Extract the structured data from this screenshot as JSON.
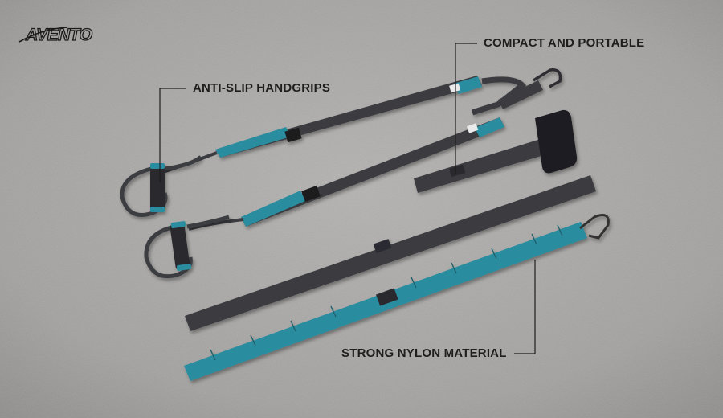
{
  "brand": {
    "logo_text": "AVENTO"
  },
  "callouts": {
    "handgrips": "ANTI-SLIP HANDGRIPS",
    "compact": "COMPACT AND PORTABLE",
    "nylon": "STRONG NYLON MATERIAL"
  },
  "colors": {
    "background": "#a9a8a6",
    "strap_dark": "#3a3b40",
    "strap_teal": "#2a8ea0",
    "text": "#1e1e1e"
  }
}
